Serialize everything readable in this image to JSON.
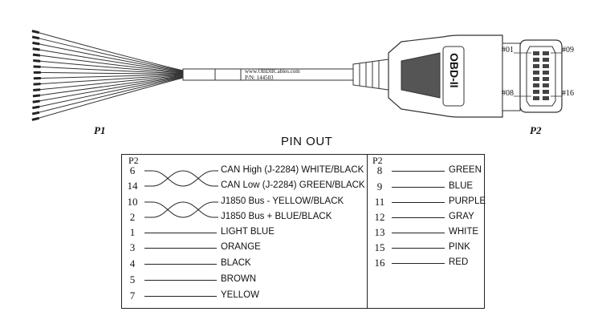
{
  "connectors": {
    "p1_label": "P1",
    "p2_label": "P2",
    "cable_print_line1": "www.OBDIICables.com",
    "cable_print_line2": "P/N: 144503",
    "obd_text": "OBD-II",
    "pin_first_top": "#01",
    "pin_last_top": "#09",
    "pin_first_bottom": "#08",
    "pin_last_bottom": "#16"
  },
  "pinout": {
    "title": "PIN OUT",
    "left_header": "P2",
    "right_header": "P2",
    "left_rows": [
      {
        "pin": "6",
        "label": "CAN High (J-2284) WHITE/BLACK",
        "twisted": true
      },
      {
        "pin": "14",
        "label": "CAN Low (J-2284) GREEN/BLACK",
        "twisted": true
      },
      {
        "pin": "10",
        "label": "J1850 Bus - YELLOW/BLACK",
        "twisted": true
      },
      {
        "pin": "2",
        "label": "J1850 Bus + BLUE/BLACK",
        "twisted": true
      },
      {
        "pin": "1",
        "label": "LIGHT BLUE",
        "twisted": false
      },
      {
        "pin": "3",
        "label": "ORANGE",
        "twisted": false
      },
      {
        "pin": "4",
        "label": "BLACK",
        "twisted": false
      },
      {
        "pin": "5",
        "label": "BROWN",
        "twisted": false
      },
      {
        "pin": "7",
        "label": "YELLOW",
        "twisted": false
      }
    ],
    "right_rows": [
      {
        "pin": "8",
        "label": "GREEN"
      },
      {
        "pin": "9",
        "label": "BLUE"
      },
      {
        "pin": "11",
        "label": "PURPLE"
      },
      {
        "pin": "12",
        "label": "GRAY"
      },
      {
        "pin": "13",
        "label": "WHITE"
      },
      {
        "pin": "15",
        "label": "PINK"
      },
      {
        "pin": "16",
        "label": "RED"
      }
    ]
  }
}
